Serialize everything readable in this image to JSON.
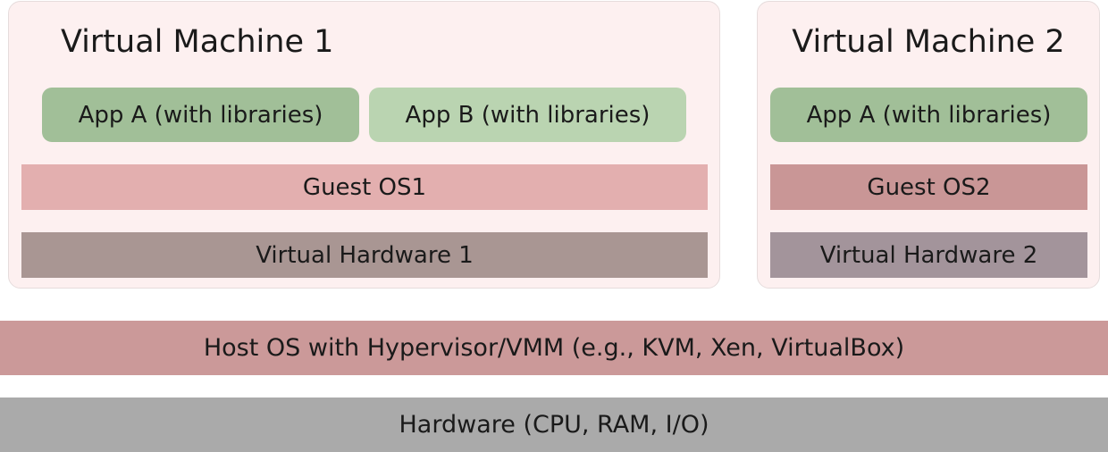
{
  "vm1": {
    "title": "Virtual Machine 1",
    "apps": [
      {
        "label": "App A (with libraries)",
        "color": "#a1bf98"
      },
      {
        "label": "App B (with libraries)",
        "color": "#bad4b1"
      }
    ],
    "guest_os": {
      "label": "Guest OS1",
      "color": "#e3afaf"
    },
    "virtual_hardware": {
      "label": "Virtual Hardware 1",
      "color": "#a99693"
    }
  },
  "vm2": {
    "title": "Virtual Machine 2",
    "apps": [
      {
        "label": "App A (with libraries)",
        "color": "#a1bf98"
      }
    ],
    "guest_os": {
      "label": "Guest OS2",
      "color": "#c99696"
    },
    "virtual_hardware": {
      "label": "Virtual Hardware 2",
      "color": "#a3949b"
    }
  },
  "host_os": {
    "label": "Host OS with Hypervisor/VMM (e.g., KVM, Xen, VirtualBox)",
    "color": "#cb9999"
  },
  "hardware": {
    "label": "Hardware (CPU, RAM, I/O)",
    "color": "#aaaaaa"
  },
  "colors": {
    "vm_background": "#fdf0f0",
    "vm_border": "#e6dcdc"
  }
}
